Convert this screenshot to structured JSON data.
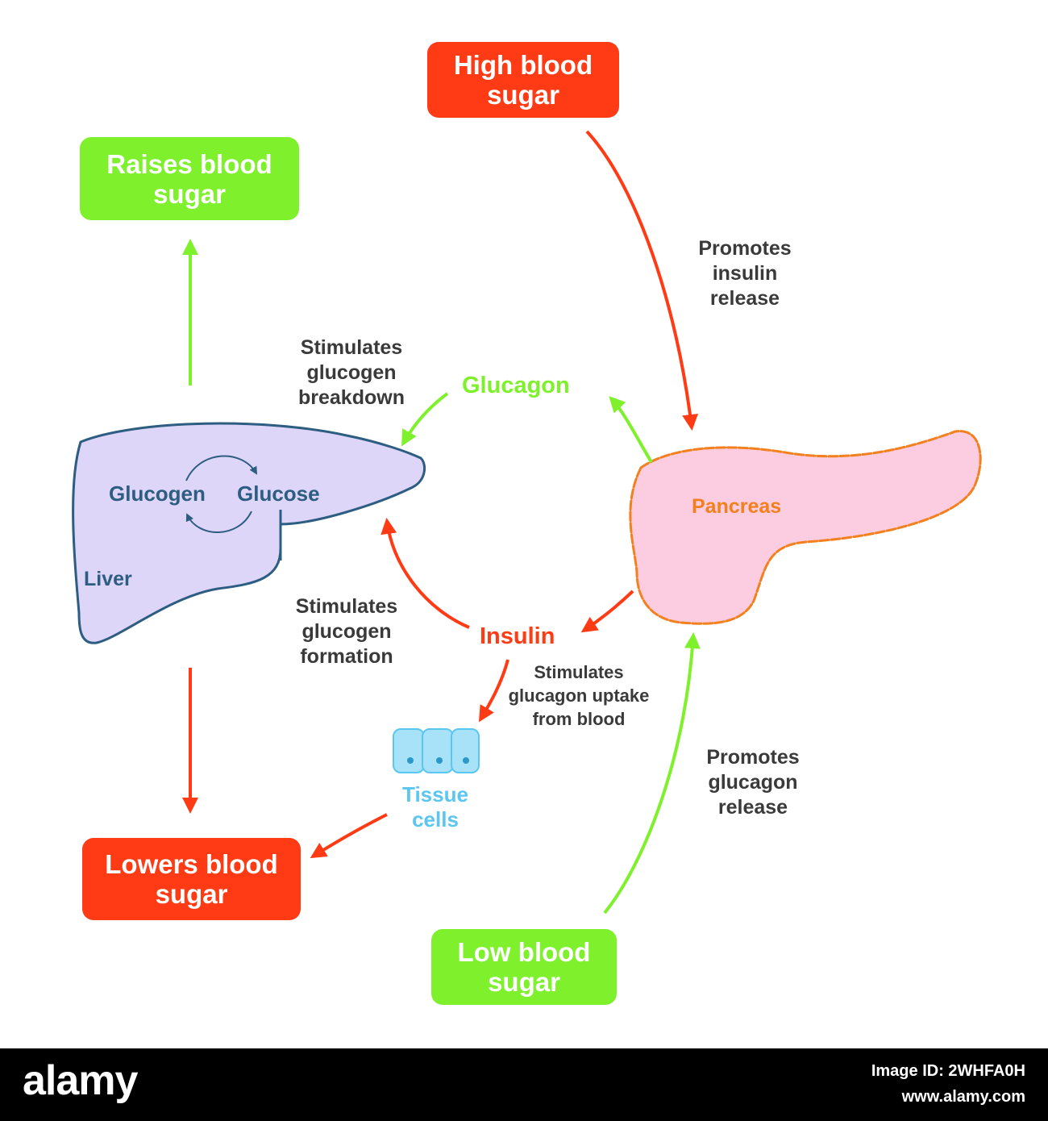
{
  "boxes": {
    "high": "High blood sugar",
    "raises": "Raises blood sugar",
    "lowers": "Lowers blood sugar",
    "low": "Low blood sugar"
  },
  "labels": {
    "promotes_insulin": "Promotes\ninsulin\nrelease",
    "stim_breakdown": "Stimulates\nglucogen\nbreakdown",
    "glucagon": "Glucagon",
    "glucogen": "Glucogen",
    "glucose": "Glucose",
    "liver": "Liver",
    "pancreas": "Pancreas",
    "stim_formation": "Stimulates\nglucogen\nformation",
    "insulin": "Insulin",
    "stim_uptake": "Stimulates\nglucagon uptake\nfrom blood",
    "promotes_glucagon": "Promotes\nglucagon\nrelease",
    "tissue_cells": "Tissue\ncells"
  },
  "colors": {
    "red": "#fe3b14",
    "green": "#7ef12c",
    "liver_fill": "#ddd6f9",
    "liver_stroke": "#2d5d80",
    "pancreas_fill": "#fccde0",
    "pancreas_stroke": "#f3801e",
    "tissue": "#5bc6f0"
  },
  "footer": {
    "brand": "alamy",
    "id_line1": "Image ID: 2WHFA0H",
    "id_line2": "www.alamy.com"
  }
}
